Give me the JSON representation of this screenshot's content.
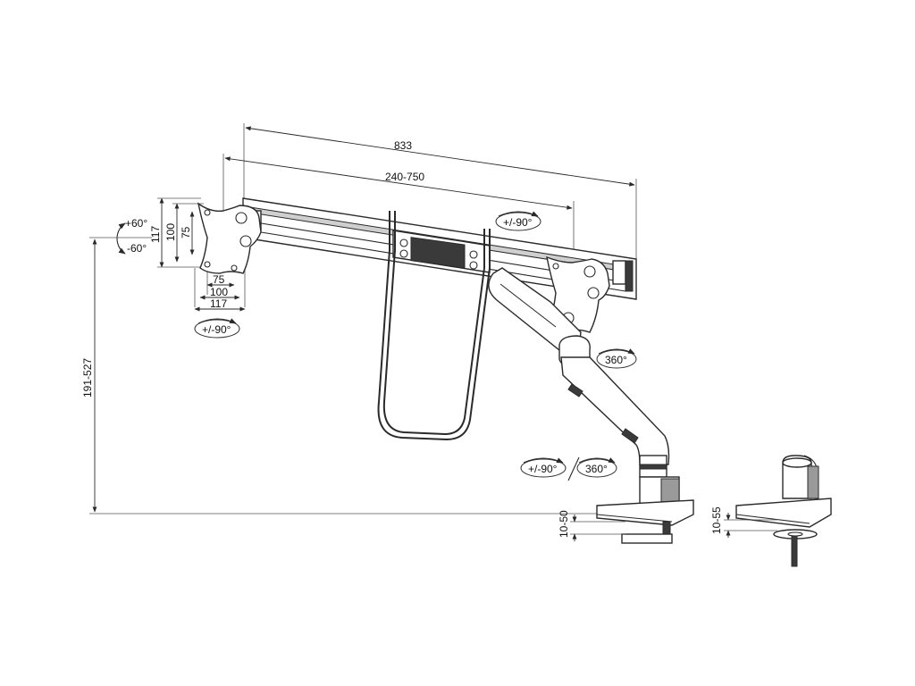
{
  "dimensions": {
    "overall_width": "833",
    "rail_range": "240-750",
    "vesa_117_v": "117",
    "vesa_100_v": "100",
    "vesa_75_v": "75",
    "vesa_75_h": "75",
    "vesa_100_h": "100",
    "vesa_117_h": "117",
    "height_range": "191-527",
    "desk_clamp_range": "10-50",
    "grommet_range": "10-55"
  },
  "rotations": {
    "tilt_up": "+60°",
    "tilt_down": "-60°",
    "plate_swivel": "+/-90°",
    "rail_rotate": "+/-90°",
    "head_rotate": "360°",
    "base_tilt": "+/-90°",
    "base_rotate": "360°"
  },
  "icons": {
    "arrow": "curved-arrow-icon"
  }
}
